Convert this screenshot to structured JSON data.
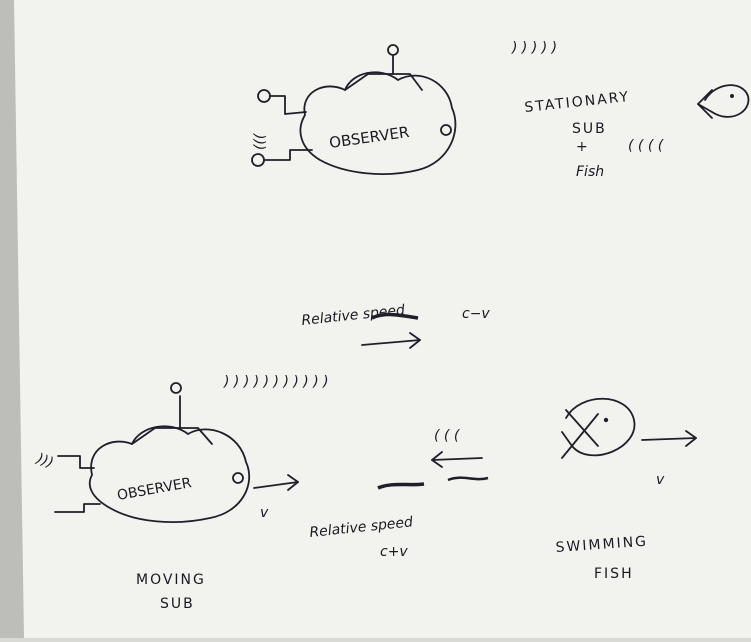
{
  "top_scene": {
    "sub_label": "OBSERVER",
    "caption_lines": [
      "STATIONARY",
      "SUB",
      "+",
      "Fish"
    ],
    "wave_marks_sent": ") ) ) ) )",
    "wave_marks_returned": "( ( ( (",
    "sonar_left_marks": ")))"
  },
  "bottom_scene": {
    "sub_label": "OBSERVER",
    "sub_speed_label": "v",
    "sub_caption_lines": [
      "MOVING",
      "SUB"
    ],
    "fish_speed_label": "v",
    "fish_caption_lines": [
      "SWIMMING",
      "FISH"
    ],
    "outgoing_text": "Relative speed",
    "outgoing_value": "c−v",
    "return_text": "Relative speed",
    "return_value": "c+v",
    "wave_marks_sent": ") ) ) ) ) ) ) ) ) ) )",
    "wave_marks_returned": "( ( (",
    "sonar_left_marks": ")))"
  }
}
